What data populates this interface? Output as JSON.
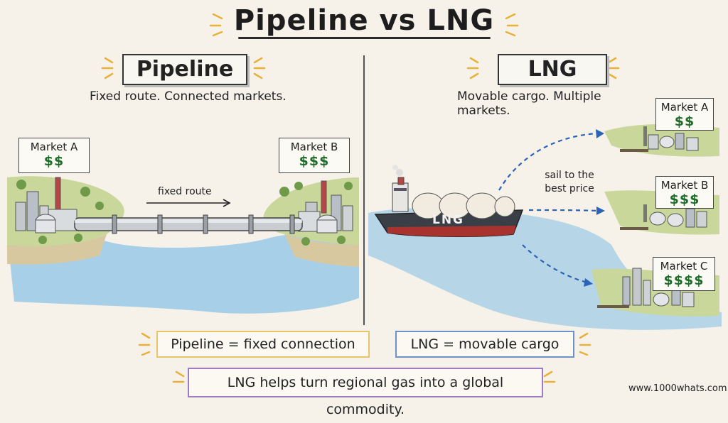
{
  "title": "Pipeline vs LNG",
  "left": {
    "heading": "Pipeline",
    "subtitle": "Fixed route. Connected markets.",
    "route_label": "fixed route",
    "market_a": {
      "name": "Market A",
      "price": "$$"
    },
    "market_b": {
      "name": "Market B",
      "price": "$$$"
    }
  },
  "right": {
    "heading": "LNG",
    "subtitle": "Movable cargo. Multiple markets.",
    "ship_label": "LNG",
    "route_label_line1": "sail to the",
    "route_label_line2": "best price",
    "markets": [
      {
        "name": "Market A",
        "price": "$$"
      },
      {
        "name": "Market B",
        "price": "$$$"
      },
      {
        "name": "Market C",
        "price": "$$$$"
      }
    ]
  },
  "summary": {
    "pipeline": "Pipeline = fixed connection",
    "lng": "LNG = movable cargo",
    "conclusion": "LNG helps turn regional gas into a global commodity."
  },
  "credit": "www.1000whats.com",
  "colors": {
    "water": "#8cc3e6",
    "land": "#c9d79a",
    "price_green": "#1f6b2a",
    "arrow_blue": "#2b63b8",
    "ship_hull": "#3a3f47",
    "ship_bottom": "#a8322d",
    "pipeline_box": "#e8c46a",
    "lng_box": "#6a93c9",
    "conclusion_box": "#9d7cc4"
  }
}
